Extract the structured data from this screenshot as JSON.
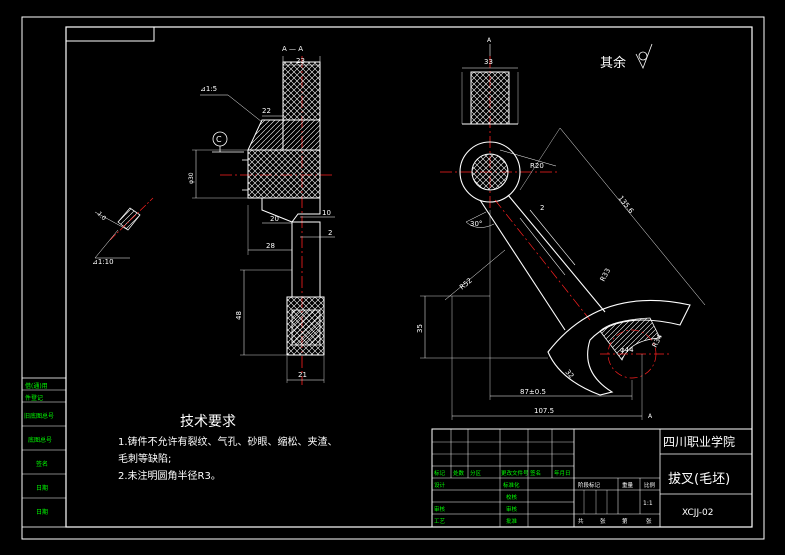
{
  "colors": {
    "background": "#000000",
    "outline": "#ffffff",
    "center_line": "#ff2020",
    "hatch": "#ffffff",
    "side_labels": "#00ff00"
  },
  "section_view": {
    "label": "A — A",
    "dims": {
      "top_width": "23",
      "web_step": "22",
      "draft_top": "⊿1:5",
      "bore": "φ30",
      "flange": "20",
      "offset_10": "10",
      "offset_2": "2",
      "base_28": "28",
      "height_48": "48",
      "bottom_21": "21"
    },
    "datum_label": "C"
  },
  "detail_view": {
    "dim_1": "1.0",
    "draft_bottom": "⊿1:10"
  },
  "main_view": {
    "section_mark_top": "A",
    "section_mark_bottom": "A",
    "dims": {
      "top_33": "33",
      "r20": "R20",
      "angle_30": "30°",
      "dim_2": "2",
      "length_135": "135.6",
      "r52": "R52",
      "r33": "R33",
      "r34": "R34",
      "dia_44": "φ44",
      "dim_35": "35",
      "dim_32": "32",
      "dim_87": "87±0.5",
      "dim_107": "107.5"
    }
  },
  "surface_note": "其余",
  "tech_requirements": {
    "title": "技术要求",
    "line1": "1.铸件不允许有裂纹、气孔、砂眼、缩松、夹渣、",
    "line2": "毛刺等缺陷;",
    "line3": "2.未注明圆角半径R3。"
  },
  "title_block": {
    "school": "四川职业学院",
    "part_name": "拔叉(毛坯)",
    "drawing_no": "XCJJ-02",
    "scale": "1:1",
    "row_labels_left": [
      "标记",
      "处数",
      "分区",
      "更改文件号",
      "签名",
      "年月日"
    ],
    "design": "设计",
    "standardize": "标准化",
    "check": "审核",
    "process": "工艺",
    "audit": "校核",
    "approve": "批准",
    "stage_labels": [
      "阶段标记",
      "重量",
      "比例"
    ],
    "sheet_labels": [
      "共",
      "张",
      "第",
      "张"
    ]
  },
  "side_column": {
    "items": [
      "借(通)用",
      "件登记",
      "旧底图总号",
      "底图总号",
      "签名",
      "日期"
    ]
  }
}
